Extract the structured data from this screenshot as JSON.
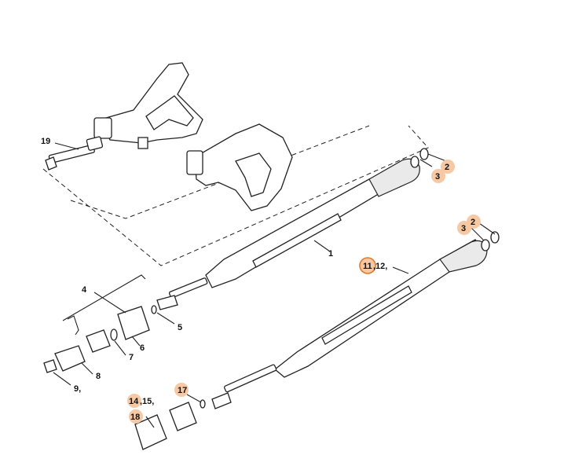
{
  "callouts": {
    "c19": "19",
    "c2a": "2",
    "c3a": "3",
    "c1": "1",
    "c11": "11",
    "c11rest": ",12,",
    "c3b": "3",
    "c2b": "2",
    "c4": "4",
    "c5": "5",
    "c6": "6",
    "c7": "7",
    "c8": "8",
    "c9": "9,",
    "c17": "17",
    "c14": "14",
    "c14rest": ",15,",
    "c18": "18"
  },
  "highlights": [
    "2",
    "3",
    "11",
    "14",
    "17",
    "18"
  ],
  "colors": {
    "highlight": "#f6c9a4",
    "highlight_ring": "#e07a2c",
    "line": "#222222"
  }
}
